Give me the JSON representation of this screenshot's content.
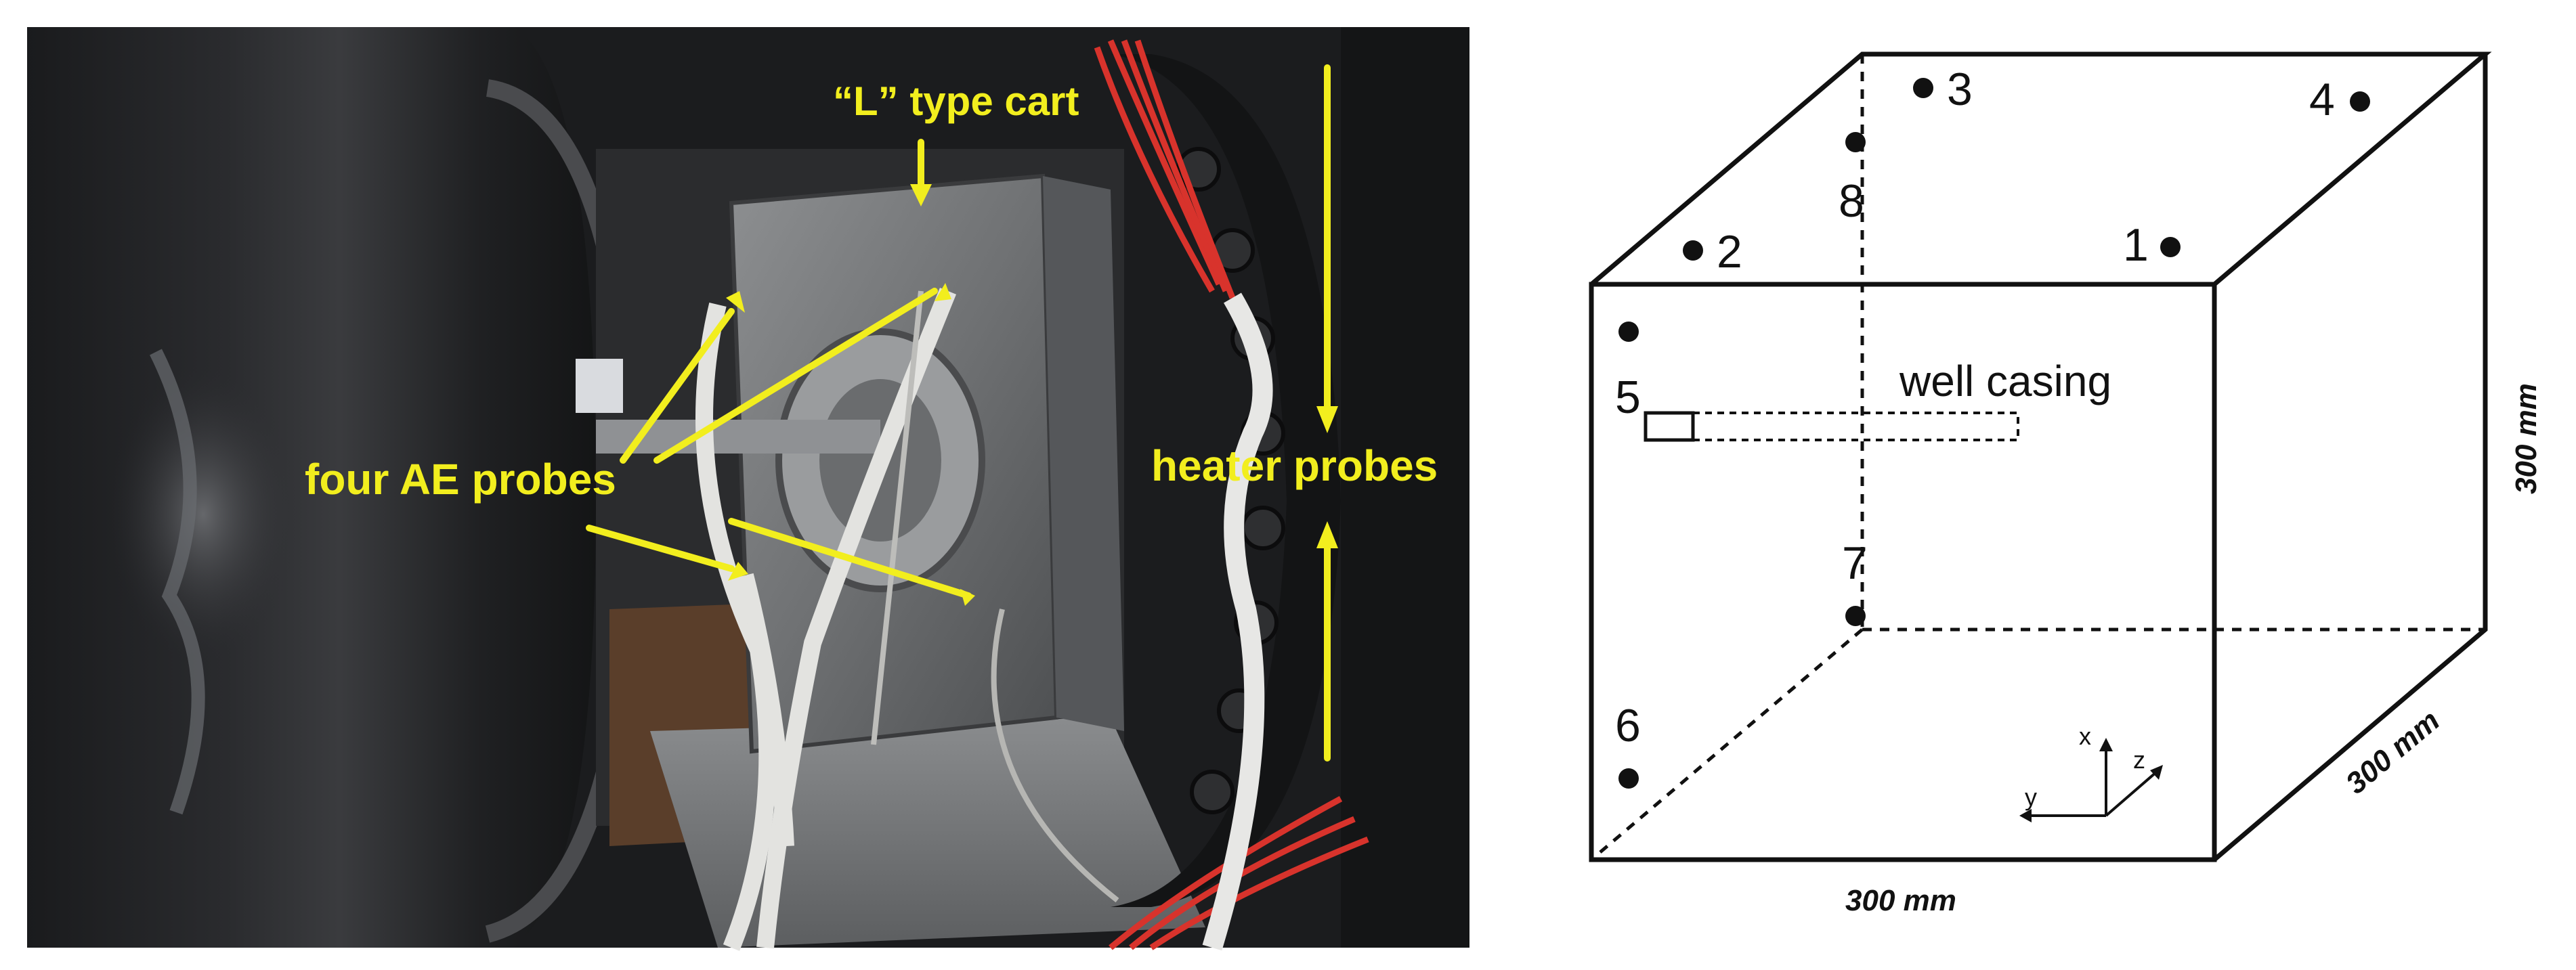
{
  "photo": {
    "labels": {
      "cart": "“L” type cart",
      "ae_probes": "four AE probes",
      "heater_probes": "heater probes"
    },
    "arrow_color": "#f2ee1e"
  },
  "diagram": {
    "probes": [
      "1",
      "2",
      "3",
      "4",
      "5",
      "6",
      "7",
      "8"
    ],
    "well_casing": "well casing",
    "dimensions": {
      "height": "300 mm",
      "width": "300 mm",
      "depth": "300 mm"
    },
    "axes": {
      "x": "x",
      "y": "y",
      "z": "z"
    }
  }
}
